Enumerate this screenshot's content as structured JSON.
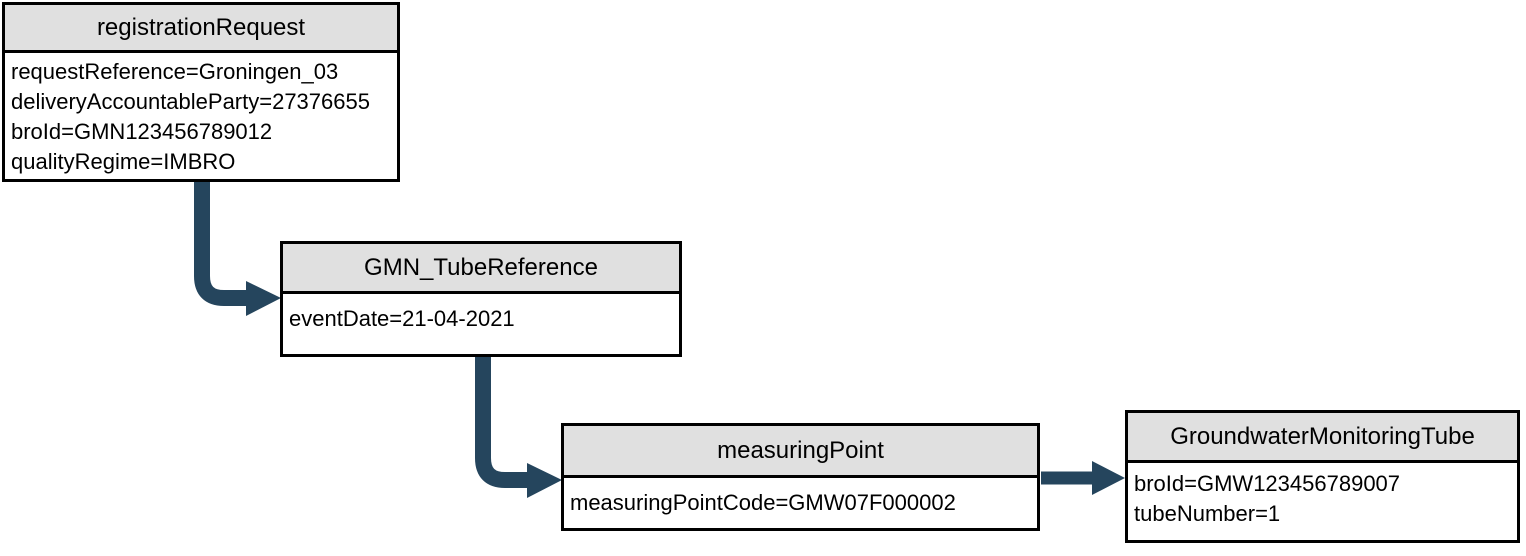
{
  "diagram": {
    "background": "#FFFFFF",
    "arrow_color": "#25455D",
    "header_fill": "#E0E0E0",
    "border_color": "#000000",
    "description": "Object diagram of a BRO registration request linking a GMN tube reference to a groundwater monitoring tube"
  },
  "nodes": {
    "registration_request": {
      "title": "registrationRequest",
      "attrs": [
        "requestReference=Groningen_03",
        "deliveryAccountableParty=27376655",
        "broId=GMN123456789012",
        "qualityRegime=IMBRO"
      ]
    },
    "gmn_tube_reference": {
      "title": "GMN_TubeReference",
      "attrs": [
        "eventDate=21-04-2021"
      ]
    },
    "measuring_point": {
      "title": "measuringPoint",
      "attrs": [
        "measuringPointCode=GMW07F000002"
      ]
    },
    "groundwater_monitoring_tube": {
      "title": "GroundwaterMonitoringTube",
      "attrs": [
        "broId=GMW123456789007",
        "tubeNumber=1"
      ]
    }
  }
}
